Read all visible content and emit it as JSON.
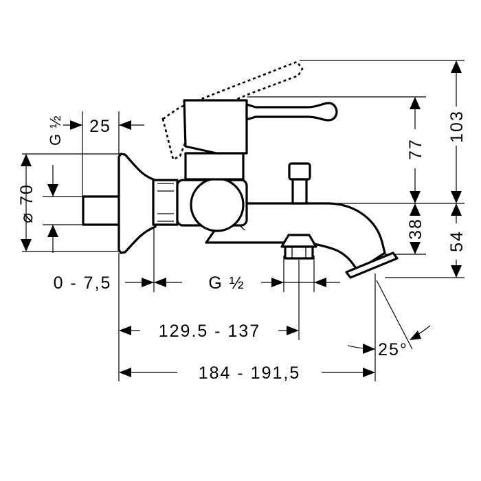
{
  "drawing": {
    "labels": {
      "thread_top": "G ½",
      "d25": "25",
      "d70": "⌀ 70",
      "d0_75": "0 - 7,5",
      "thread_bottom": "G ½",
      "d129": "129.5 - 137",
      "d184": "184 - 191,5",
      "d25deg": "25°",
      "d103": "103",
      "d77": "77",
      "d38": "38",
      "d54": "54"
    }
  }
}
